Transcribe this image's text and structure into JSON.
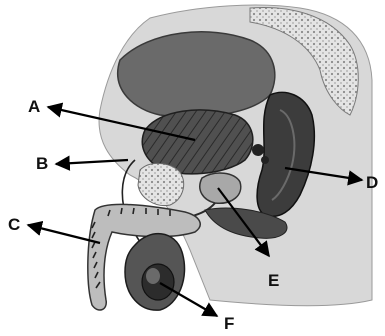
{
  "diagram": {
    "labels": [
      {
        "id": "A",
        "text": "A"
      },
      {
        "id": "B",
        "text": "B"
      },
      {
        "id": "C",
        "text": "C"
      },
      {
        "id": "D",
        "text": "D"
      },
      {
        "id": "E",
        "text": "E"
      },
      {
        "id": "F",
        "text": "F"
      }
    ],
    "colors": {
      "tissue_light": "#d9d9d9",
      "tissue_mid": "#9a9a9a",
      "tissue_dark": "#3c3c3c",
      "outline": "#1a1a1a",
      "arrow": "#000000"
    }
  }
}
